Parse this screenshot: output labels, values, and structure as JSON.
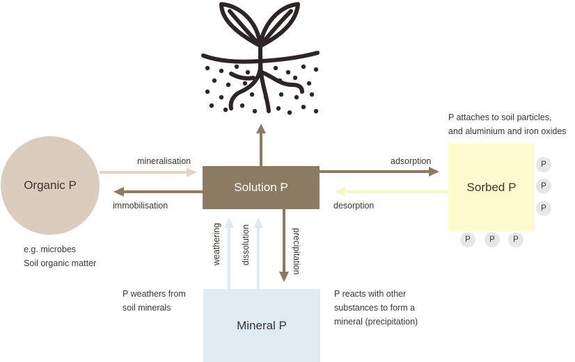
{
  "nodes": {
    "organic": "Organic P",
    "solution": "Solution P",
    "sorbed": "Sorbed P",
    "mineral": "Mineral P"
  },
  "flows": {
    "mineralisation": "mineralisation",
    "immobilisation": "immobilisation",
    "adsorption": "adsorption",
    "desorption": "desorption",
    "weathering": "weathering",
    "dissolution": "dissolution",
    "precipitation": "precipitation"
  },
  "notes": {
    "organic_line1": "e.g. microbes",
    "organic_line2": "Soil organic matter",
    "sorbed_line1": "P attaches to soil particles,",
    "sorbed_line2": "and aluminium and iron oxides",
    "weathers_line1": "P weathers from",
    "weathers_line2": "soil minerals",
    "reacts_line1": "P reacts with other",
    "reacts_line2": "substances to form a",
    "reacts_line3": "mineral (precipitation)"
  },
  "p_symbol": "P",
  "colors": {
    "solution": "#8c7a63",
    "organic": "#dacdbd",
    "sorbed": "#fcfccf",
    "mineral": "#dfeaf1",
    "arrow_dark": "#8c7a63",
    "arrow_light_tan": "#e3d6c6",
    "arrow_light_blue": "#dfeaf1",
    "arrow_light_yellow": "#f7f7c8",
    "plant": "#2e2626"
  },
  "icons": {
    "plant": "plant-seedling-icon"
  }
}
